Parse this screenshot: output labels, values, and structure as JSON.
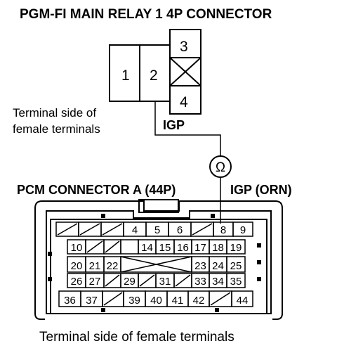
{
  "relay": {
    "title": "PGM-FI MAIN RELAY 1 4P CONNECTOR",
    "pins": [
      "1",
      "2",
      "3",
      "4"
    ],
    "side_label_line1": "Terminal side of",
    "side_label_line2": "female terminals",
    "wire_label": "IGP"
  },
  "meter_symbol": "Ω",
  "pcm": {
    "title": "PCM CONNECTOR A (44P)",
    "wire_label": "IGP (ORN)",
    "row1": [
      "",
      "",
      "",
      "4",
      "5",
      "6",
      "",
      "8",
      "9"
    ],
    "row2": [
      "10",
      "",
      "",
      "",
      "14",
      "15",
      "16",
      "17",
      "18",
      "19"
    ],
    "row3": [
      "20",
      "21",
      "22",
      "",
      "",
      "",
      "",
      "23",
      "24",
      "25"
    ],
    "row4": [
      "26",
      "27",
      "",
      "29",
      "",
      "31",
      "",
      "33",
      "34",
      "35"
    ],
    "row5": [
      "36",
      "37",
      "",
      "39",
      "40",
      "41",
      "42",
      "",
      "44"
    ],
    "bottom_label": "Terminal side of female terminals"
  }
}
